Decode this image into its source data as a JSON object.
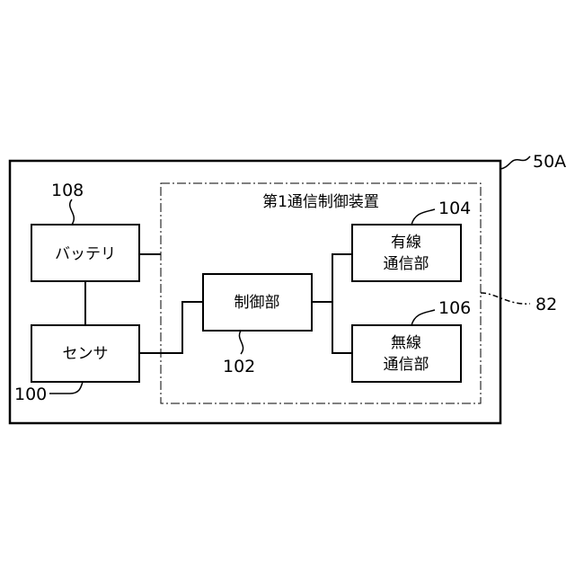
{
  "device": {
    "ref": "50A"
  },
  "controller": {
    "title": "第1通信制御装置",
    "ref": "82"
  },
  "battery": {
    "label": "バッテリ",
    "ref": "108"
  },
  "sensor": {
    "label": "センサ",
    "ref": "100"
  },
  "control_unit": {
    "label": "制御部",
    "ref": "102"
  },
  "wired_comm": {
    "label_line1": "有線",
    "label_line2": "通信部",
    "ref": "104"
  },
  "wireless_comm": {
    "label_line1": "無線",
    "label_line2": "通信部",
    "ref": "106"
  }
}
